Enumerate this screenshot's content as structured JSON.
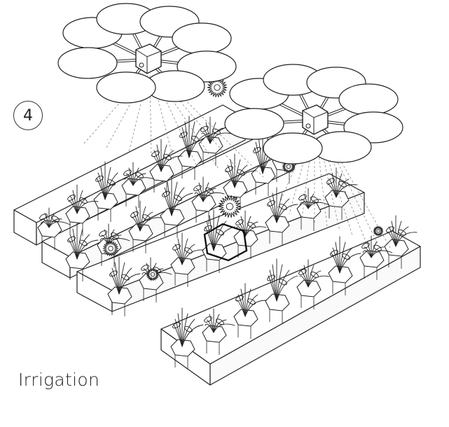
{
  "step": {
    "number": "4"
  },
  "caption": {
    "text": "Irrigation"
  },
  "illustration": {
    "subject": "drone-irrigation-over-modular-planters",
    "drone_count": 2,
    "rotors_per_drone": 8,
    "line_color": "#222222",
    "background": "#ffffff"
  }
}
